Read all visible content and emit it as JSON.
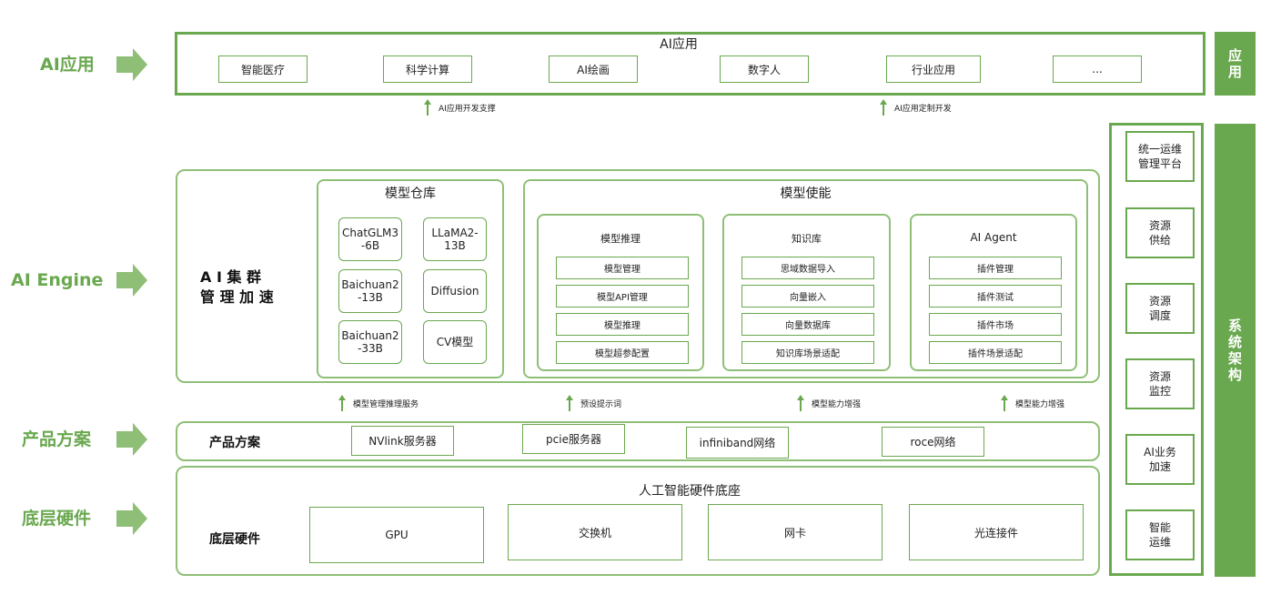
{
  "left_labels": {
    "app": "AI应用",
    "engine": "AI Engine",
    "product": "产品方案",
    "hardware": "底层硬件"
  },
  "app_layer": {
    "title": "AI应用",
    "items": [
      "智能医疗",
      "科学计算",
      "AI绘画",
      "数字人",
      "行业应用",
      "..."
    ]
  },
  "app_support": {
    "left": "AI应用开发支撑",
    "right": "AI应用定制开发"
  },
  "engine": {
    "cluster_title": "A I 集 群\n管 理 加 速",
    "warehouse": {
      "title": "模型仓库",
      "models": [
        "ChatGLM3\n-6B",
        "LLaMA2-\n13B",
        "Baichuan2\n-13B",
        "Diffusion",
        "Baichuan2\n-33B",
        "CV模型"
      ]
    },
    "enable": {
      "title": "模型使能",
      "columns": [
        {
          "title": "模型推理",
          "items": [
            "模型管理",
            "模型API管理",
            "模型推理",
            "模型超参配置"
          ]
        },
        {
          "title": "知识库",
          "items": [
            "思域数据导入",
            "向量嵌入",
            "向量数据库",
            "知识库场景适配"
          ]
        },
        {
          "title": "AI Agent",
          "items": [
            "插件管理",
            "插件测试",
            "插件市场",
            "插件场景适配"
          ]
        }
      ]
    }
  },
  "engine_support": [
    "模型管理推理服务",
    "预设提示词",
    "模型能力增强",
    "模型能力增强"
  ],
  "product_layer": {
    "title": "产品方案",
    "items": [
      "NVlink服务器",
      "pcie服务器",
      "infiniband网络",
      "roce网络"
    ]
  },
  "hardware_layer": {
    "header": "人工智能硬件底座",
    "title": "底层硬件",
    "items": [
      "GPU",
      "交换机",
      "网卡",
      "光连接件"
    ]
  },
  "right_column": {
    "app_label": "应\n用",
    "system_label": "系\n统\n架\n构",
    "items": [
      "统一运维\n管理平台",
      "资源\n供给",
      "资源\n调度",
      "资源\n监控",
      "AI业务\n加速",
      "智能\n运维"
    ]
  },
  "colors": {
    "accent": "#6aa84f",
    "light_accent": "#8fbf77"
  }
}
